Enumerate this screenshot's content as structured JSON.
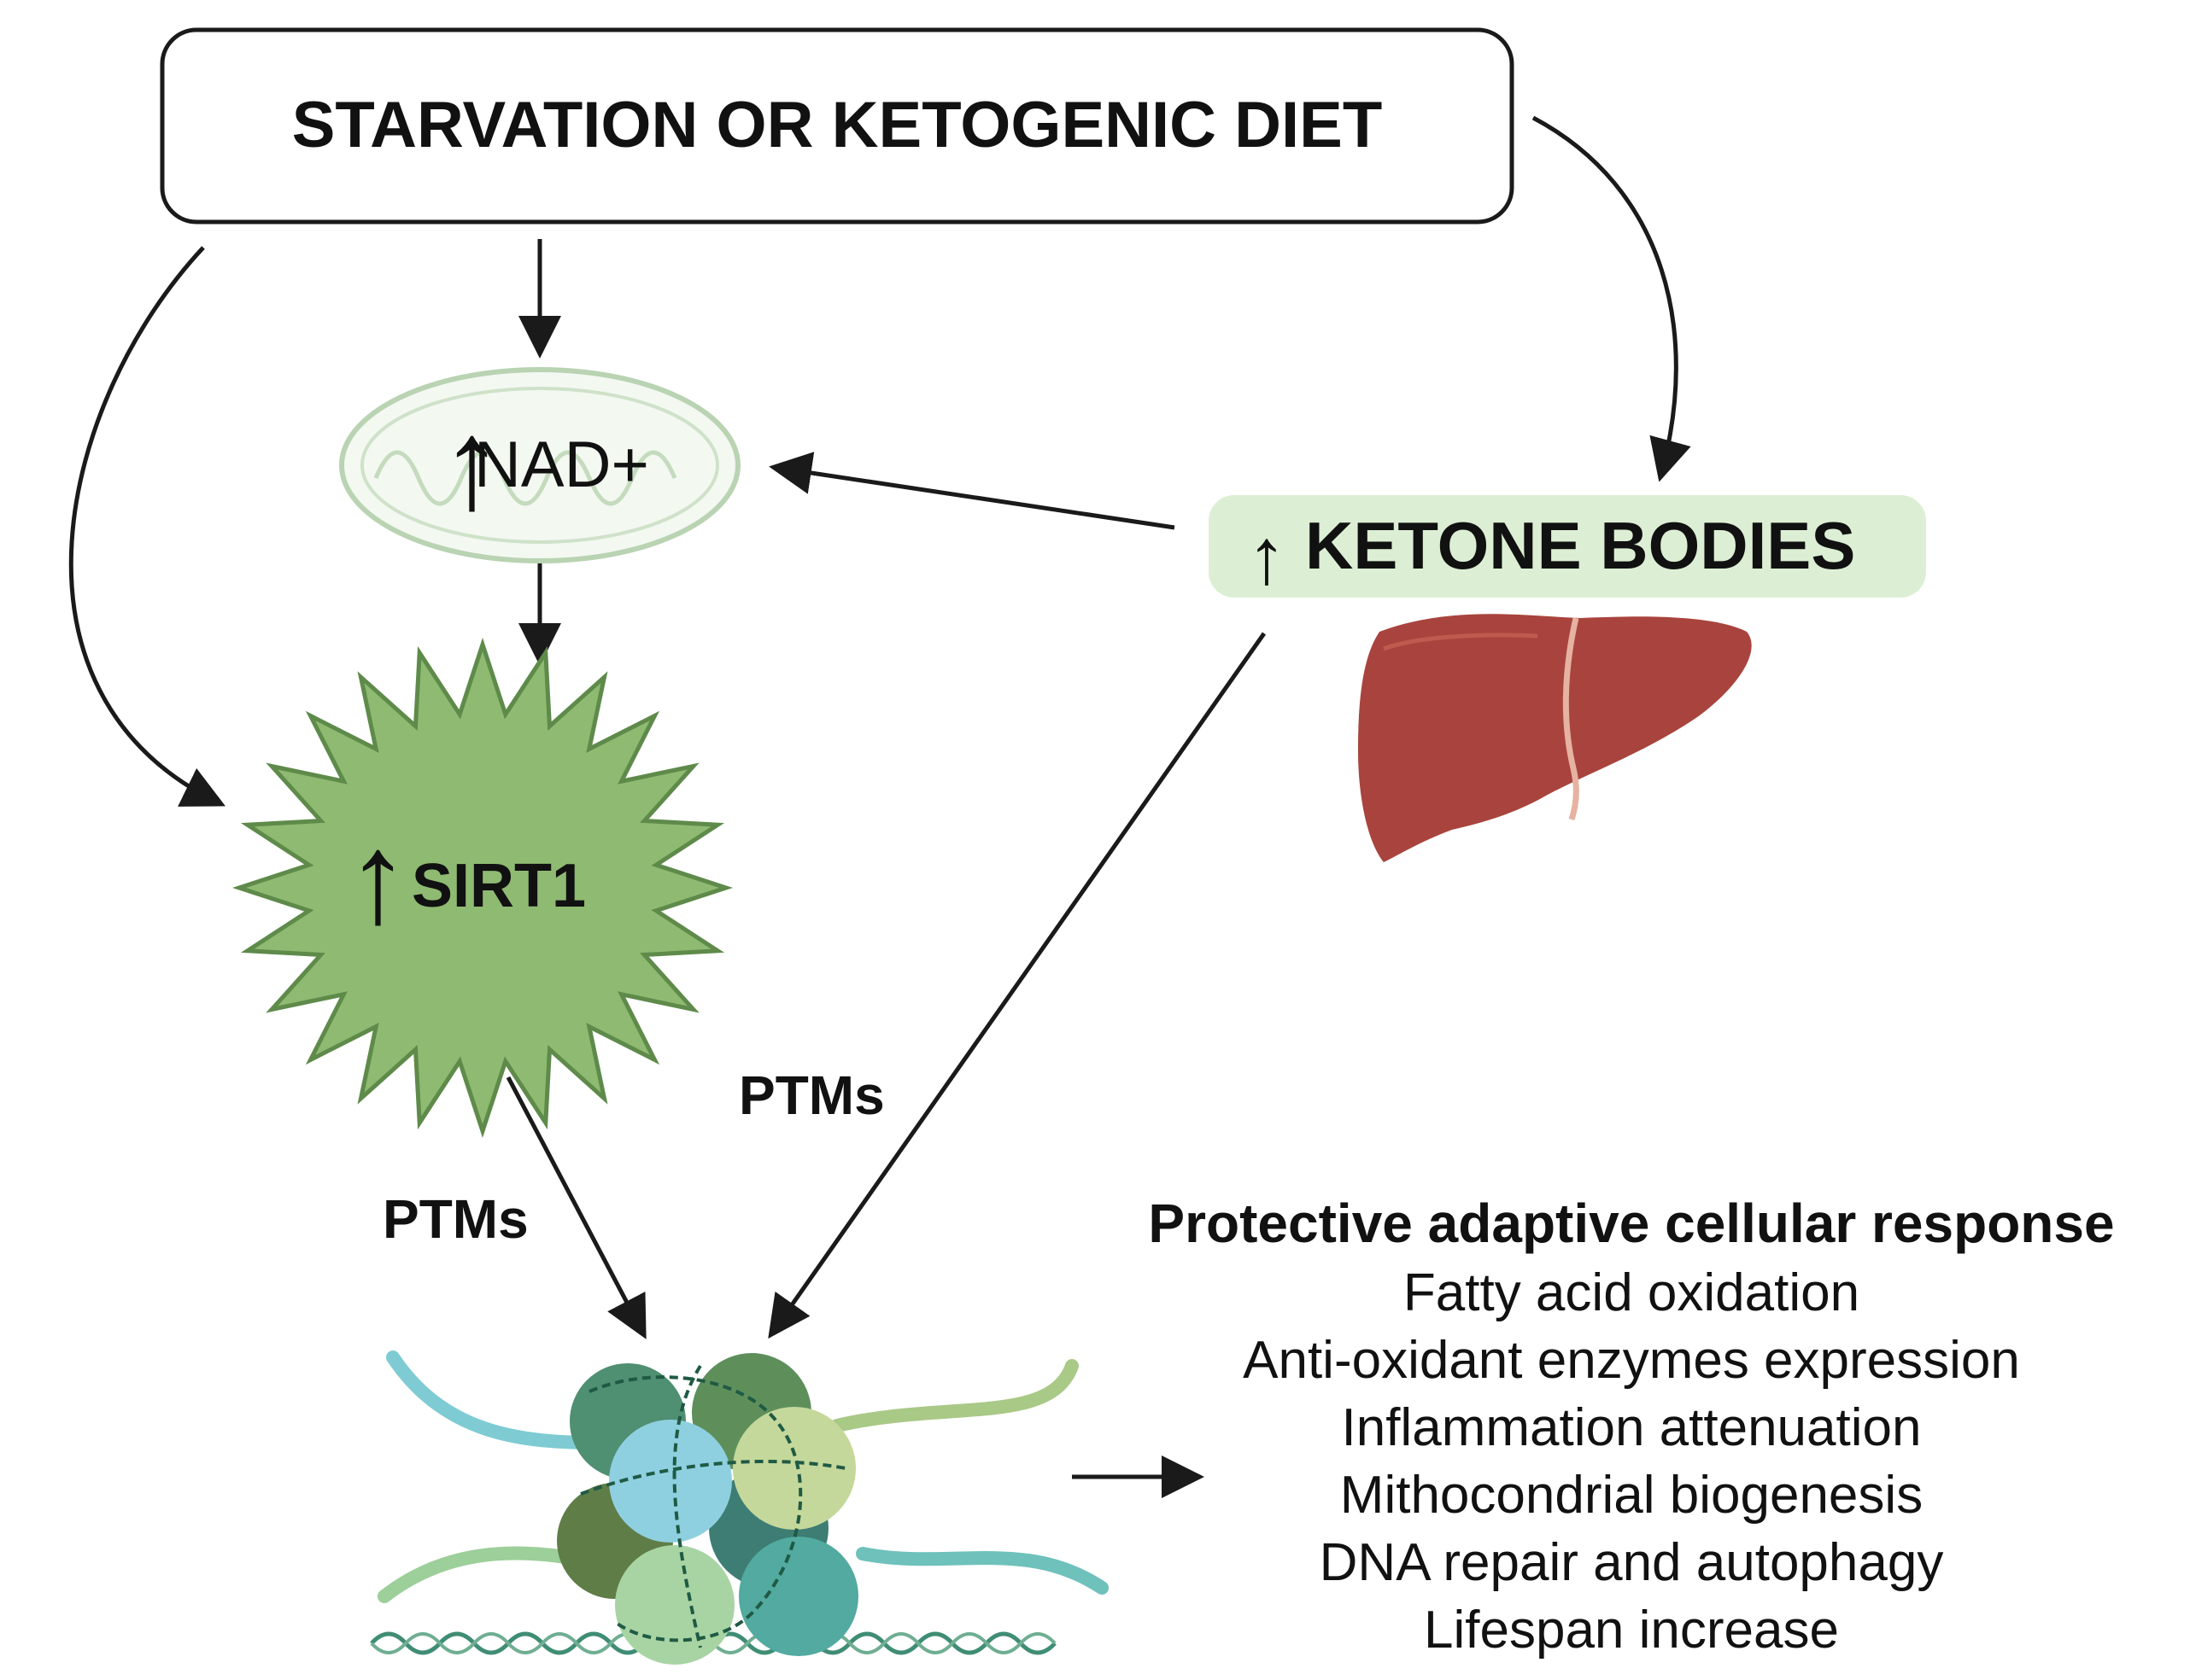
{
  "top_box": {
    "label": "STARVATION OR KETOGENIC DIET"
  },
  "nad": {
    "arrow_symbol": "↑",
    "label": "NAD+"
  },
  "ketone": {
    "arrow_symbol": "↑",
    "label": "KETONE BODIES"
  },
  "sirt1": {
    "arrow_symbol": "↑",
    "label": "SIRT1"
  },
  "ptm_left": {
    "label": "PTMs"
  },
  "ptm_right": {
    "label": "PTMs"
  },
  "response": {
    "title": "Protective adaptive cellular response",
    "items": [
      "Fatty acid oxidation",
      "Anti-oxidant enzymes expression",
      "Inflammation attenuation",
      "Mithocondrial biogenesis",
      "DNA repair and autophagy",
      "Lifespan increase"
    ]
  },
  "icons": {
    "mitochondrion": "mitochondrion-icon",
    "liver": "liver-icon",
    "nucleosome": "nucleosome-icon",
    "sirt1_star": "starburst-icon"
  },
  "colors": {
    "sirt1_fill": "#8fba72",
    "sirt1_stroke": "#5e8a4a",
    "ketone_bg": "#dcefd4",
    "liver": "#a8443d",
    "mito_stroke": "#b9d3b3",
    "mito_fill": "#f3f8f1"
  }
}
